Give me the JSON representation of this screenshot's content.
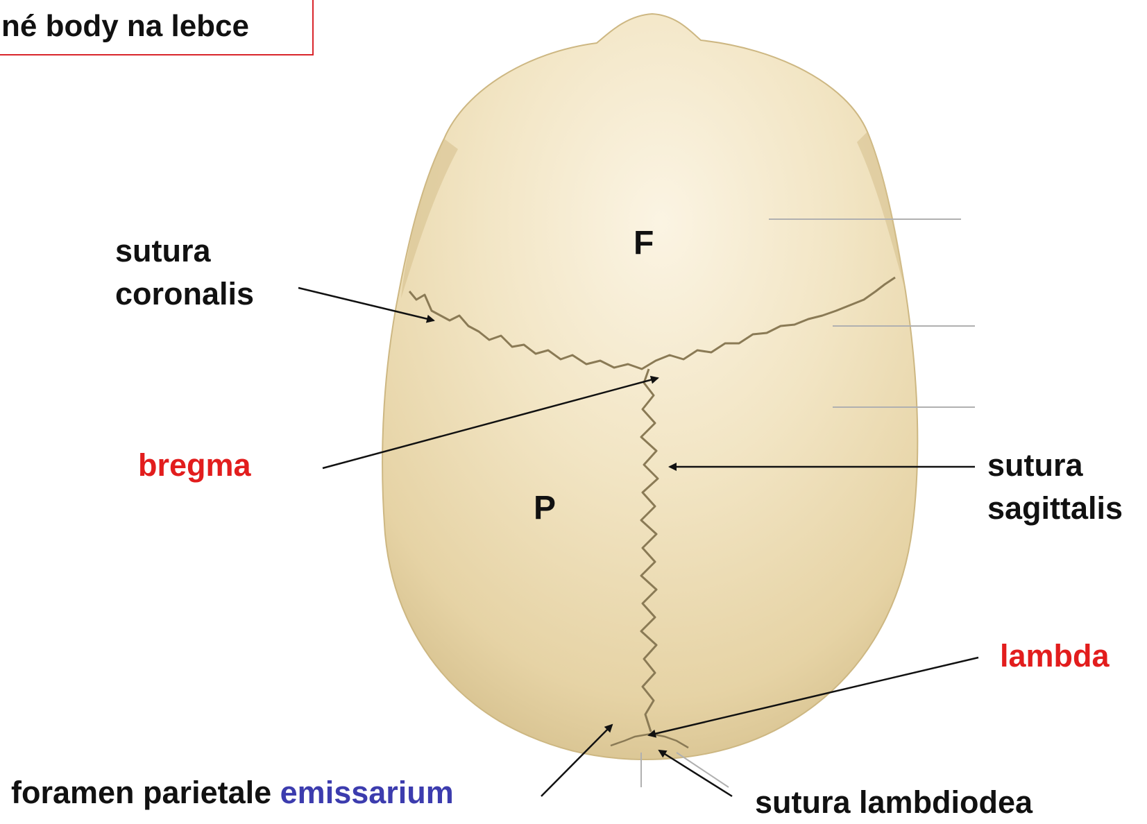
{
  "title": "né body na lebce",
  "letters": {
    "frontal": "F",
    "parietal": "P"
  },
  "labels": {
    "sutura_coronalis_1": "sutura",
    "sutura_coronalis_2": "coronalis",
    "bregma": "bregma",
    "sutura_sagittalis_1": "sutura",
    "sutura_sagittalis_2": "sagittalis",
    "lambda": "lambda",
    "foramen_prefix": "foramen parietale ",
    "foramen_emissarium": "emissarium",
    "sutura_lambdoidea": "sutura lambdiodea"
  },
  "colors": {
    "title_border": "#d9252b",
    "red_label": "#e21d1d",
    "blue_label": "#3c3cae",
    "bone_fill": "#efe2bf",
    "suture": "#8a7a55"
  }
}
